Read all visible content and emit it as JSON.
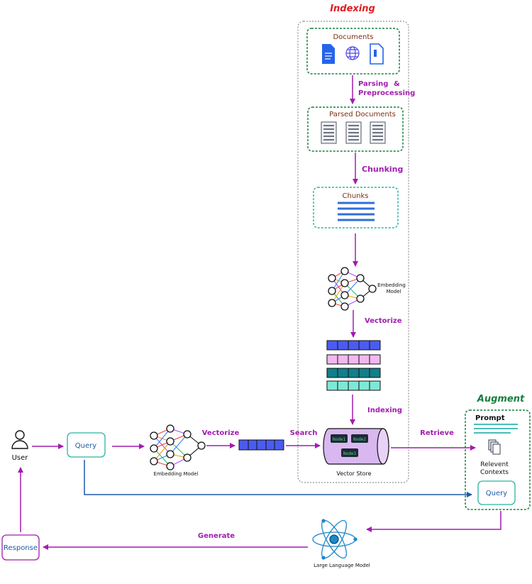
{
  "colors": {
    "arrow": "#a21caf",
    "query_line": "#1e5aa8",
    "group_border": "#7a7a7a",
    "doc_box_border": "#15803d",
    "chunk_box_border": "#2bb3a0",
    "title_red": "#e11d24",
    "label_purple": "#a21caf",
    "chunk_line": "#2f6fdb",
    "vec_blue": "#4a5cf0",
    "vec_pink": "#f2b8ef",
    "vec_teal": "#0f7f8a",
    "vec_mint": "#7ee8d6",
    "store_fill": "#d9b8f0",
    "node_fill": "#1f2937",
    "node_text": "#4ade80"
  },
  "indexing": {
    "title": "Indexing",
    "documents_label": "Documents",
    "documents_icons": [
      "document-icon",
      "globe-icon",
      "file-icon"
    ],
    "parsing_label_1": "Parsing",
    "parsing_label_amp": "&",
    "parsing_label_2": "Preprocessing",
    "parsed_label": "Parsed Documents",
    "chunking_label": "Chunking",
    "chunks_label": "Chunks",
    "embedding_label_1": "Embedding",
    "embedding_label_2": "Model",
    "vectorize_label": "Vectorize",
    "indexing_step_label": "Indexing",
    "vector_store_label": "Vector Store",
    "nodes": [
      "Node1",
      "Node2",
      "Node3"
    ]
  },
  "query_flow": {
    "user_label": "User",
    "query_label": "Query",
    "embedding_model_label": "Embedding Model",
    "vectorize_label": "Vectorize",
    "search_label": "Search",
    "retrieve_label": "Retrieve",
    "generate_label": "Generate",
    "response_label": "Response",
    "llm_label": "Large Language Model"
  },
  "augment": {
    "title": "Augment",
    "prompt_label": "Prompt",
    "relevant_label_1": "Relevent",
    "relevant_label_2": "Contexts",
    "query_label": "Query"
  }
}
